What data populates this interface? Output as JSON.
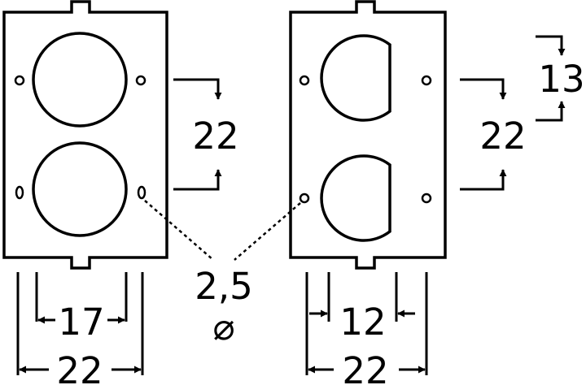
{
  "dimensions": {
    "left_vertical_spacing": "22",
    "right_vertical_spacing": "22",
    "right_flat_offset": "13",
    "left_inner_width": "17",
    "left_outer_width": "22",
    "right_inner_width": "12",
    "right_outer_width": "22",
    "hole_diameter": "2,5",
    "diameter_symbol": "⌀"
  }
}
